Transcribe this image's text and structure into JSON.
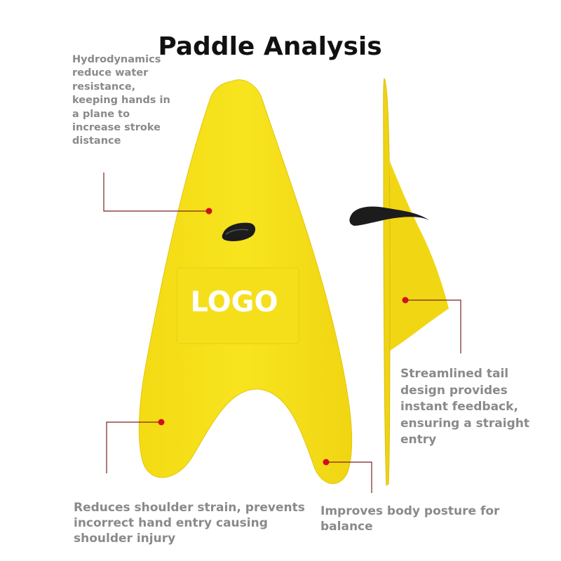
{
  "title": "Paddle Analysis",
  "logo_text": "LOGO",
  "callouts": {
    "hydrodynamics": "Hydrodynamics reduce water resistance, keeping hands in a plane to increase stroke distance",
    "tail": "Streamlined tail design provides instant feedback, ensuring a straight entry",
    "shoulder": "Reduces shoulder strain, prevents incorrect hand entry causing shoulder injury",
    "posture": "Improves body posture for balance"
  },
  "colors": {
    "paddle_yellow": "#f7e21a",
    "strap_black": "#1c1c1c",
    "leader_dot": "#d0101f",
    "leader_line": "#7a2222",
    "caption_gray": "#8a8a8a"
  },
  "icons": [
    "swim-paddle-front",
    "swim-paddle-side",
    "finger-strap"
  ]
}
